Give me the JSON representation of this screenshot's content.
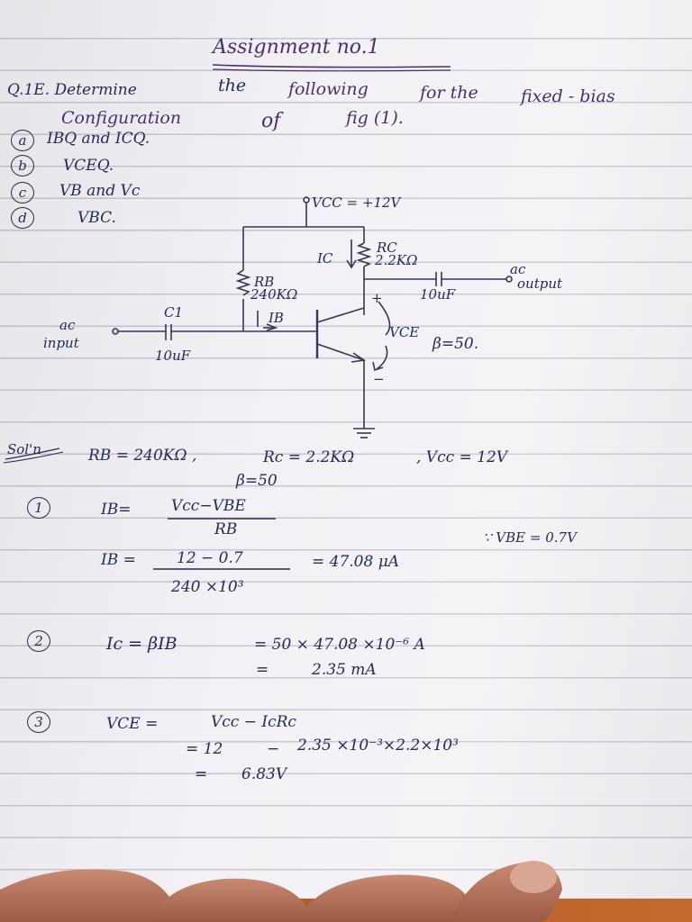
{
  "title": "Assignment no.1",
  "question": {
    "line1_a": "Q.1E. Determine",
    "line1_b": "the",
    "line1_c": "following",
    "line1_d": "for the",
    "line1_e": "fixed - bias",
    "line2_a": "Configuration",
    "line2_b": "of",
    "line2_c": "fig (1).",
    "parts": [
      {
        "mark": "a",
        "text": "IBQ and ICQ."
      },
      {
        "mark": "b",
        "text": "VCEQ."
      },
      {
        "mark": "c",
        "text": "VB and Vc"
      },
      {
        "mark": "d",
        "text": "VBC."
      }
    ]
  },
  "circuit": {
    "vcc": "VCC = +12V",
    "rc_name": "RC",
    "rc_value": "2.2KΩ",
    "ic": "IC",
    "rb_name": "RB",
    "rb_value": "240KΩ",
    "ib": "IB",
    "c1": "C1",
    "c1_value": "10uF",
    "c2_value": "10uF",
    "ac_input_1": "ac",
    "ac_input_2": "input",
    "ac_output_1": "ac",
    "ac_output_2": "output",
    "vce_plus": "+",
    "vce": "VCE",
    "vce_minus": "−",
    "beta": "β=50."
  },
  "solution": {
    "sol_label": "Sol'n",
    "given_rb": "RB = 240KΩ ,",
    "given_rc": "Rc = 2.2KΩ",
    "given_vcc": ", Vcc = 12V",
    "given_beta": "β=50",
    "step1_mark": "1",
    "ib_formula_lhs": "IB=",
    "ib_formula_num": "Vcc−VBE",
    "ib_formula_den": "RB",
    "vbe_note": "∵ VBE = 0.7V",
    "ib_calc_lhs": "IB =",
    "ib_calc_num": "12 − 0.7",
    "ib_calc_den": "240 ×10³",
    "ib_result": "= 47.08 μA",
    "step2_mark": "2",
    "ic_formula": "Ic = βIB",
    "ic_calc": "= 50 × 47.08 ×10⁻⁶ A",
    "ic_result": "=",
    "ic_result_val": "2.35 mA",
    "step3_mark": "3",
    "vce_formula_lhs": "VCE =",
    "vce_formula_rhs": "Vcc − IcRc",
    "vce_calc_a": "= 12",
    "vce_calc_b": "−",
    "vce_calc_c": "2.35 ×10⁻³×2.2×10³",
    "vce_result_eq": "=",
    "vce_result": "6.83V"
  }
}
